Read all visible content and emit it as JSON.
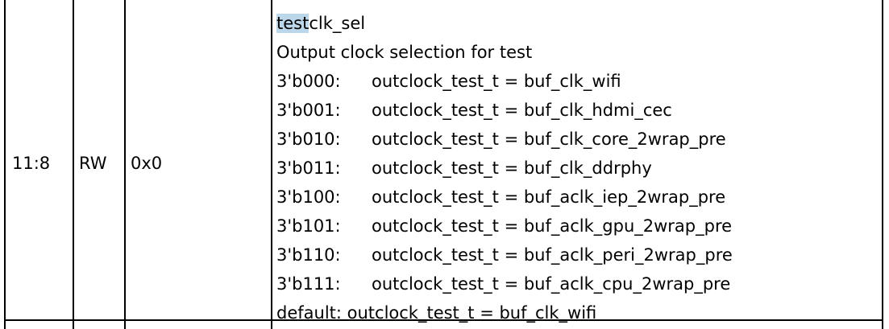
{
  "row": {
    "bit": "11:8",
    "attr": "RW",
    "reset": "0x0",
    "field_name_highlight": "test",
    "field_name_rest": "clk_sel",
    "summary": "Output clock selection for test",
    "options": [
      {
        "code": "3'b000:",
        "value": "outclock_test_t = buf_clk_wifi"
      },
      {
        "code": "3'b001:",
        "value": "outclock_test_t = buf_clk_hdmi_cec"
      },
      {
        "code": "3'b010:",
        "value": "outclock_test_t = buf_clk_core_2wrap_pre"
      },
      {
        "code": "3'b011:",
        "value": "outclock_test_t = buf_clk_ddrphy"
      },
      {
        "code": "3'b100:",
        "value": "outclock_test_t = buf_aclk_iep_2wrap_pre"
      },
      {
        "code": "3'b101:",
        "value": "outclock_test_t = buf_aclk_gpu_2wrap_pre"
      },
      {
        "code": "3'b110:",
        "value": "outclock_test_t = buf_aclk_peri_2wrap_pre"
      },
      {
        "code": "3'b111:",
        "value": "outclock_test_t = buf_aclk_cpu_2wrap_pre"
      }
    ],
    "default_line": "default: outclock_test_t = buf_clk_wifi"
  },
  "colors": {
    "border": "#000000",
    "highlight": "#bcd6ea",
    "text": "#000000"
  }
}
